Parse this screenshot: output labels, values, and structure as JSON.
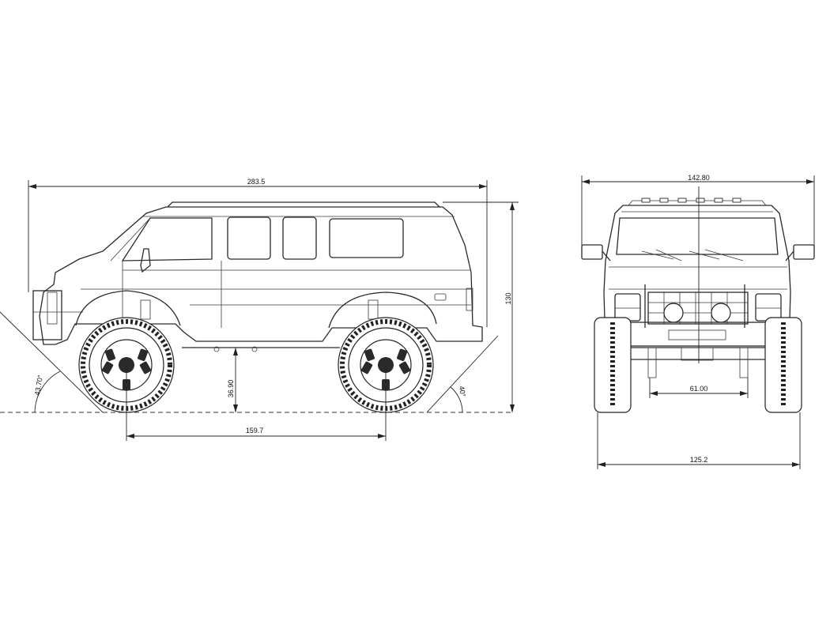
{
  "dimensions": {
    "overall_length": "283.5",
    "overall_height": "130",
    "wheelbase": "159.7",
    "ground_clearance": "36.90",
    "approach_angle": "43.70°",
    "departure_angle": "40°",
    "overall_width": "142.80",
    "track_width": "125.2",
    "axle_clearance_width": "61.00"
  }
}
